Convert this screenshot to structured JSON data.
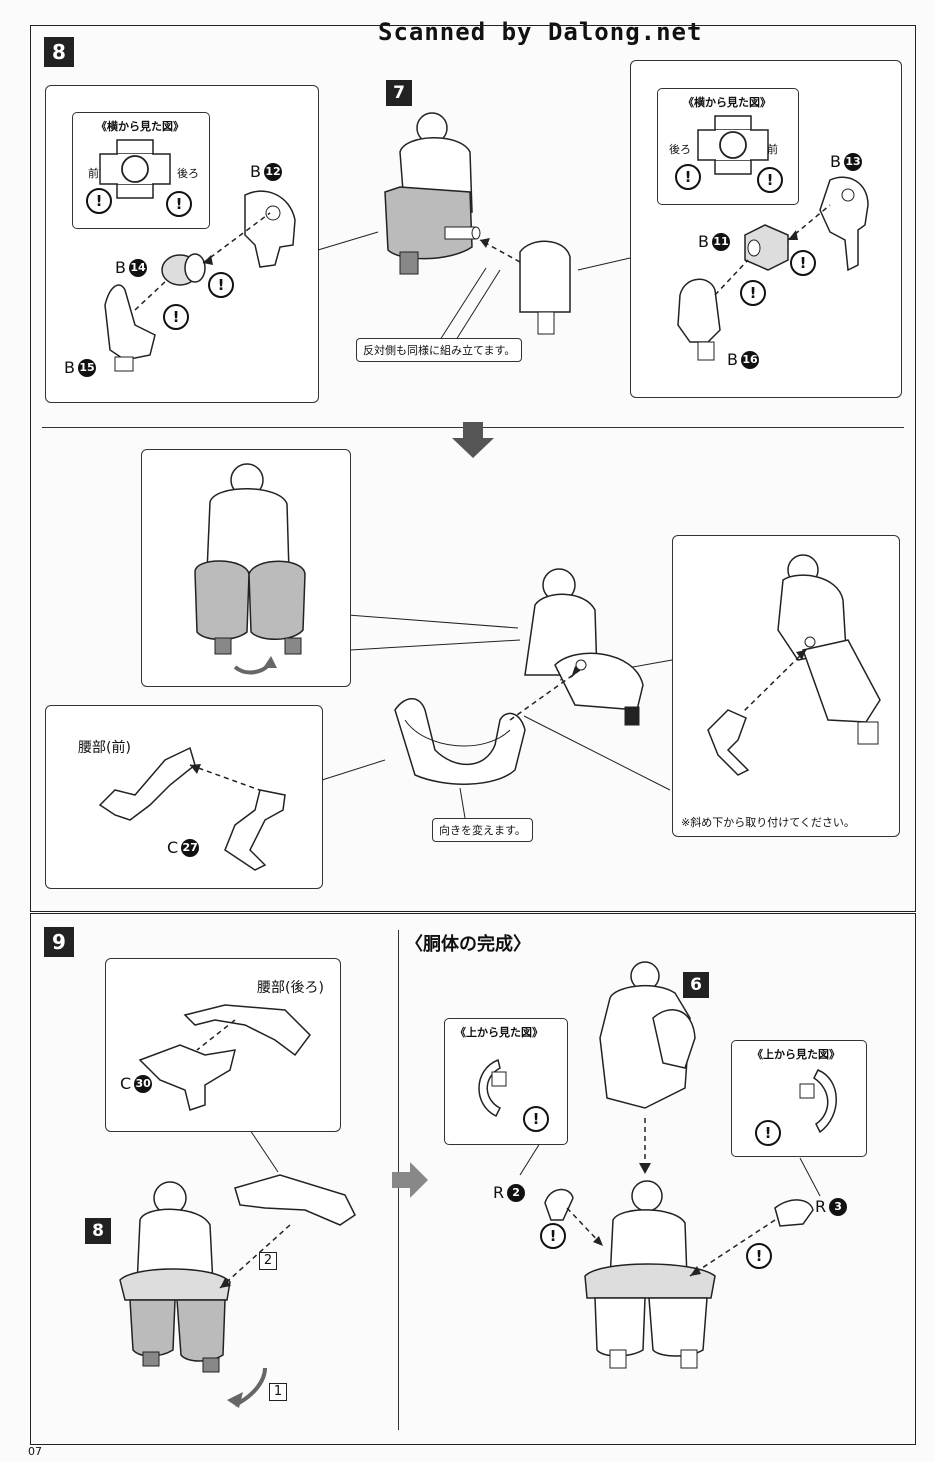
{
  "watermark": "Scanned by Dalong.net",
  "page_number": "07",
  "step8": {
    "number": "8",
    "ref_step": "7",
    "left_view_title": "《横から見た図》",
    "left_front": "前",
    "left_back": "後ろ",
    "right_view_title": "《横から見た図》",
    "right_back": "後ろ",
    "right_front": "前",
    "parts": {
      "b12": {
        "letter": "B",
        "num": "12"
      },
      "b13": {
        "letter": "B",
        "num": "13"
      },
      "b14": {
        "letter": "B",
        "num": "14"
      },
      "b15": {
        "letter": "B",
        "num": "15"
      },
      "b11": {
        "letter": "B",
        "num": "11"
      },
      "b16": {
        "letter": "B",
        "num": "16"
      },
      "c27": {
        "letter": "C",
        "num": "27"
      }
    },
    "same_other_side": "反対側も同様に組み立てます。",
    "waist_front": "腰部(前)",
    "change_direction": "向きを変えます。",
    "attach_from_below": "※斜め下から取り付けてください。"
  },
  "step9": {
    "number": "9",
    "ref_step": "8",
    "waist_back": "腰部(後ろ)",
    "c30": {
      "letter": "C",
      "num": "30"
    },
    "order_1": "1",
    "order_2": "2"
  },
  "torso": {
    "title": "〈胴体の完成〉",
    "ref_step": "6",
    "top_view_left": "《上から見た図》",
    "top_view_right": "《上から見た図》",
    "r2": {
      "letter": "R",
      "num": "2"
    },
    "r3": {
      "letter": "R",
      "num": "3"
    }
  },
  "warning_symbol": "!"
}
